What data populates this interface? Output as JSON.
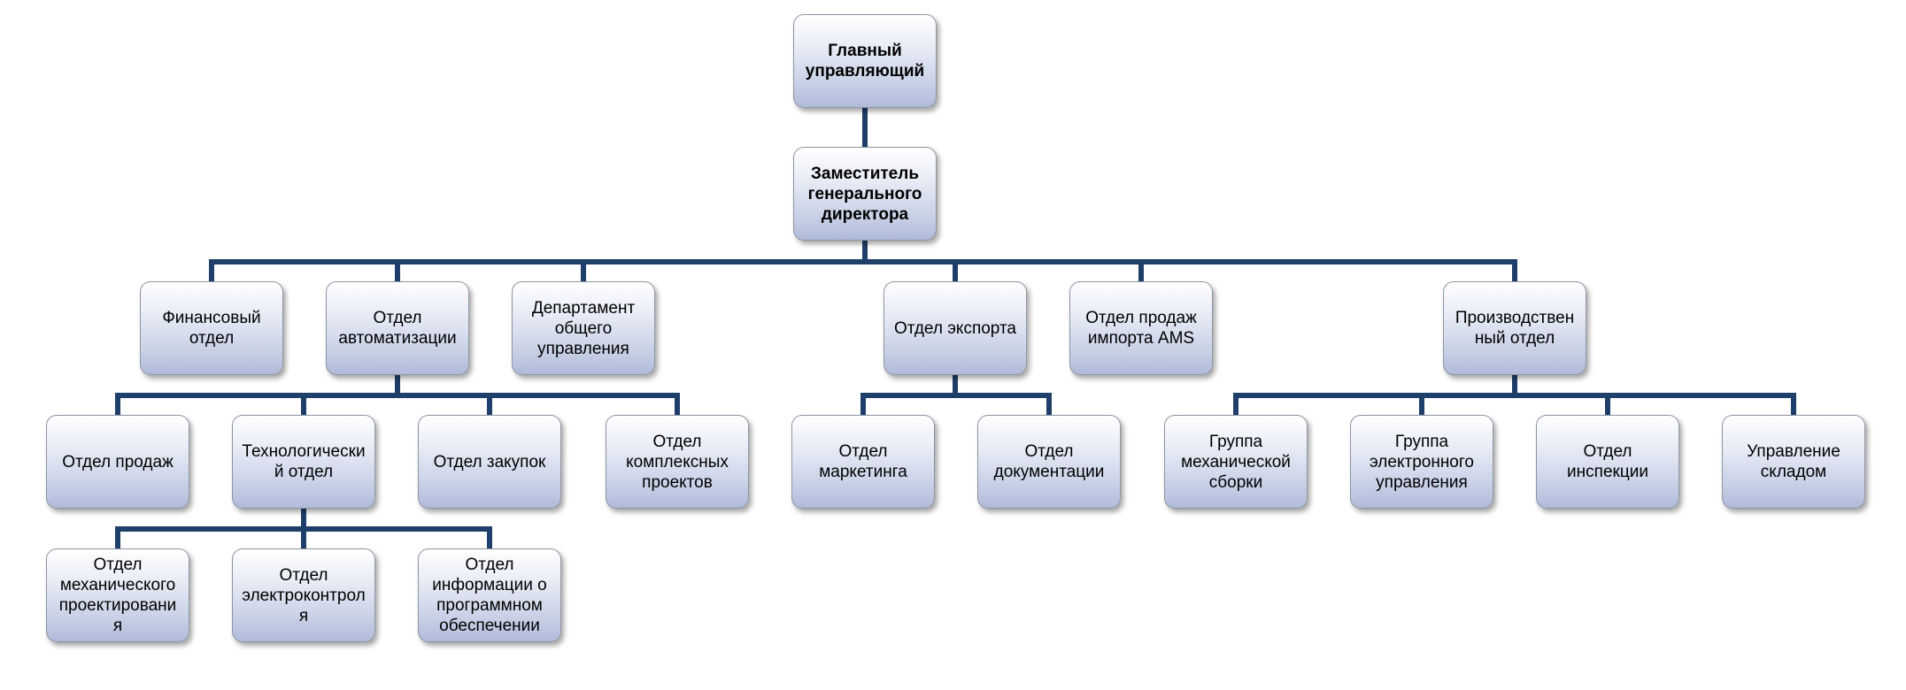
{
  "nodes": [
    {
      "id": "ceo",
      "label": "Главный управляющий"
    },
    {
      "id": "deputy",
      "label": "Заместитель генерального директора"
    },
    {
      "id": "finance",
      "label": "Финансовый отдел"
    },
    {
      "id": "automation",
      "label": "Отдел автоматизации"
    },
    {
      "id": "gen_mgmt",
      "label": "Департамент общего управления"
    },
    {
      "id": "export",
      "label": "Отдел экспорта"
    },
    {
      "id": "ams_sales",
      "label": "Отдел продаж импорта AMS"
    },
    {
      "id": "production",
      "label": "Производствен ный отдел"
    },
    {
      "id": "sales",
      "label": "Отдел продаж"
    },
    {
      "id": "tech",
      "label": "Технологически й отдел"
    },
    {
      "id": "purchasing",
      "label": "Отдел закупок"
    },
    {
      "id": "complex",
      "label": "Отдел комплексных проектов"
    },
    {
      "id": "marketing",
      "label": "Отдел маркетинга"
    },
    {
      "id": "documentation",
      "label": "Отдел документации"
    },
    {
      "id": "mech_assembly",
      "label": "Группа механической сборки"
    },
    {
      "id": "electronic_ctrl",
      "label": "Группа электронного управления"
    },
    {
      "id": "inspection",
      "label": "Отдел инспекции"
    },
    {
      "id": "warehouse",
      "label": "Управление складом"
    },
    {
      "id": "mech_design",
      "label": "Отдел механического проектировани я"
    },
    {
      "id": "electrocontrol",
      "label": "Отдел электроконтрол я"
    },
    {
      "id": "software_info",
      "label": "Отдел информации о программном обеспечении"
    }
  ]
}
